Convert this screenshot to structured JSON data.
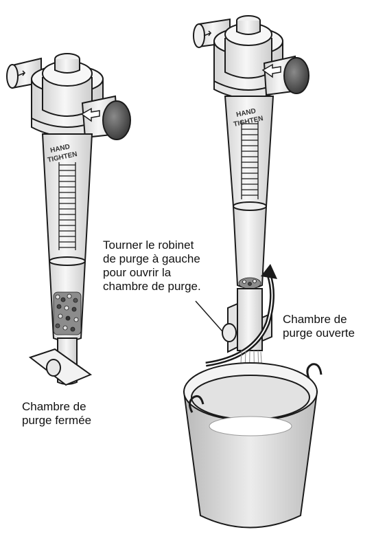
{
  "labels": {
    "closed": [
      "Chambre de",
      "purge fermée"
    ],
    "turn_instruction": [
      "Tourner le robinet",
      "de purge à gauche",
      "pour ouvrir la",
      "chambre de purge."
    ],
    "open": [
      "Chambre de",
      "purge ouverte"
    ]
  },
  "housing_imprint": [
    "HAND",
    "TIGHTEN"
  ],
  "colors": {
    "outline": "#1a1a1a",
    "housing": "#ececec",
    "housing_shade": "#cfcfcf",
    "port": "#6e6e6e",
    "media_dark": "#555555",
    "water": "#bdbdbd",
    "bucket": "#d9d9d9"
  }
}
